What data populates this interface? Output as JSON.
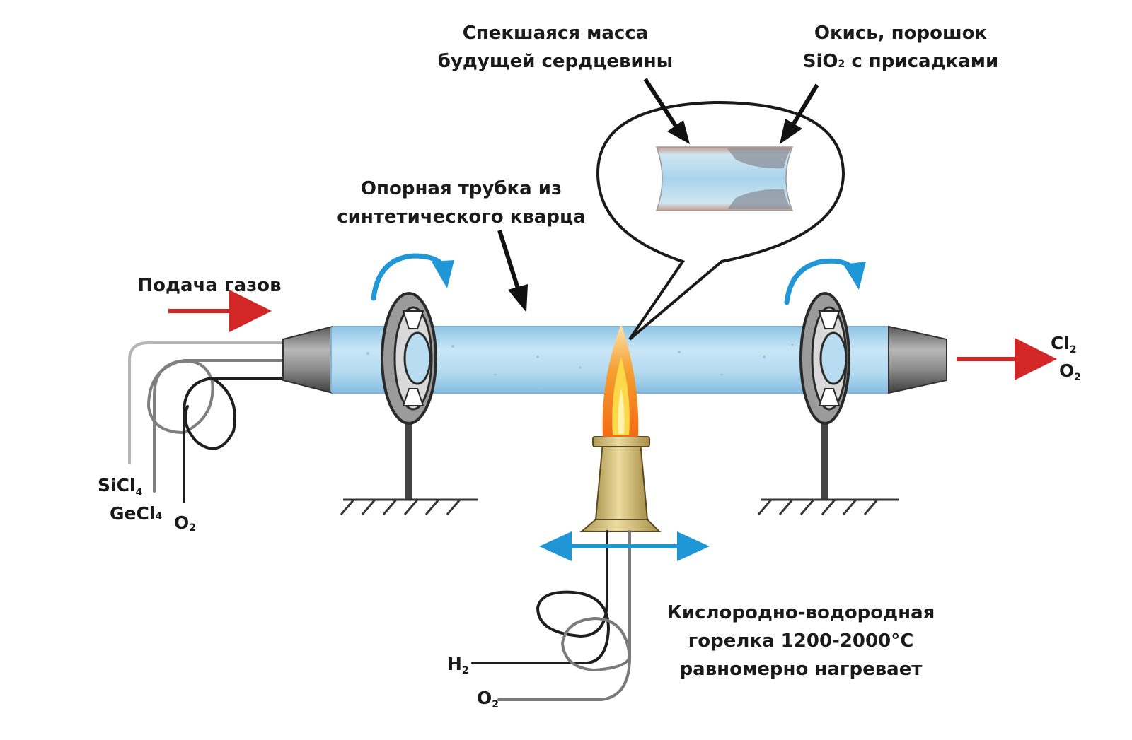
{
  "labels": {
    "core_mass": [
      "Спекшаяся масса",
      "будущей сердцевины"
    ],
    "oxide_powder": [
      "Окись, порошок",
      "SiO",
      "2",
      " с присадками"
    ],
    "support_tube": [
      "Опорная трубка из",
      "синтетического кварца"
    ],
    "gas_feed": "Подача газов",
    "sicl4": [
      "SiCl",
      "4"
    ],
    "gecl4": [
      "GeCl",
      "4"
    ],
    "o2_in": [
      "O",
      "2"
    ],
    "cl2_out": [
      "Cl",
      "2"
    ],
    "o2_out": [
      "O",
      "2"
    ],
    "burner": [
      "Кислородно-водородная",
      "горелка 1200-2000",
      "°C",
      "равномерно нагревает"
    ],
    "h2": [
      "H",
      "2"
    ],
    "o2_burner": [
      "O",
      "2"
    ]
  },
  "colors": {
    "tube": "#aed6ee",
    "tube_edge": "#7fb3d5",
    "rotation_arrow": "#1f96d6",
    "flow_arrow": "#d32626",
    "burner_body": "#d6c07a",
    "flame_outer": "#f08a1e",
    "flame_inner": "#ffd84a",
    "pointer": "#111111"
  },
  "icons": [
    "rotation-arrow-icon",
    "flow-arrow-icon",
    "pointer-arrow-icon",
    "flame-icon",
    "ground-hatch-icon"
  ]
}
